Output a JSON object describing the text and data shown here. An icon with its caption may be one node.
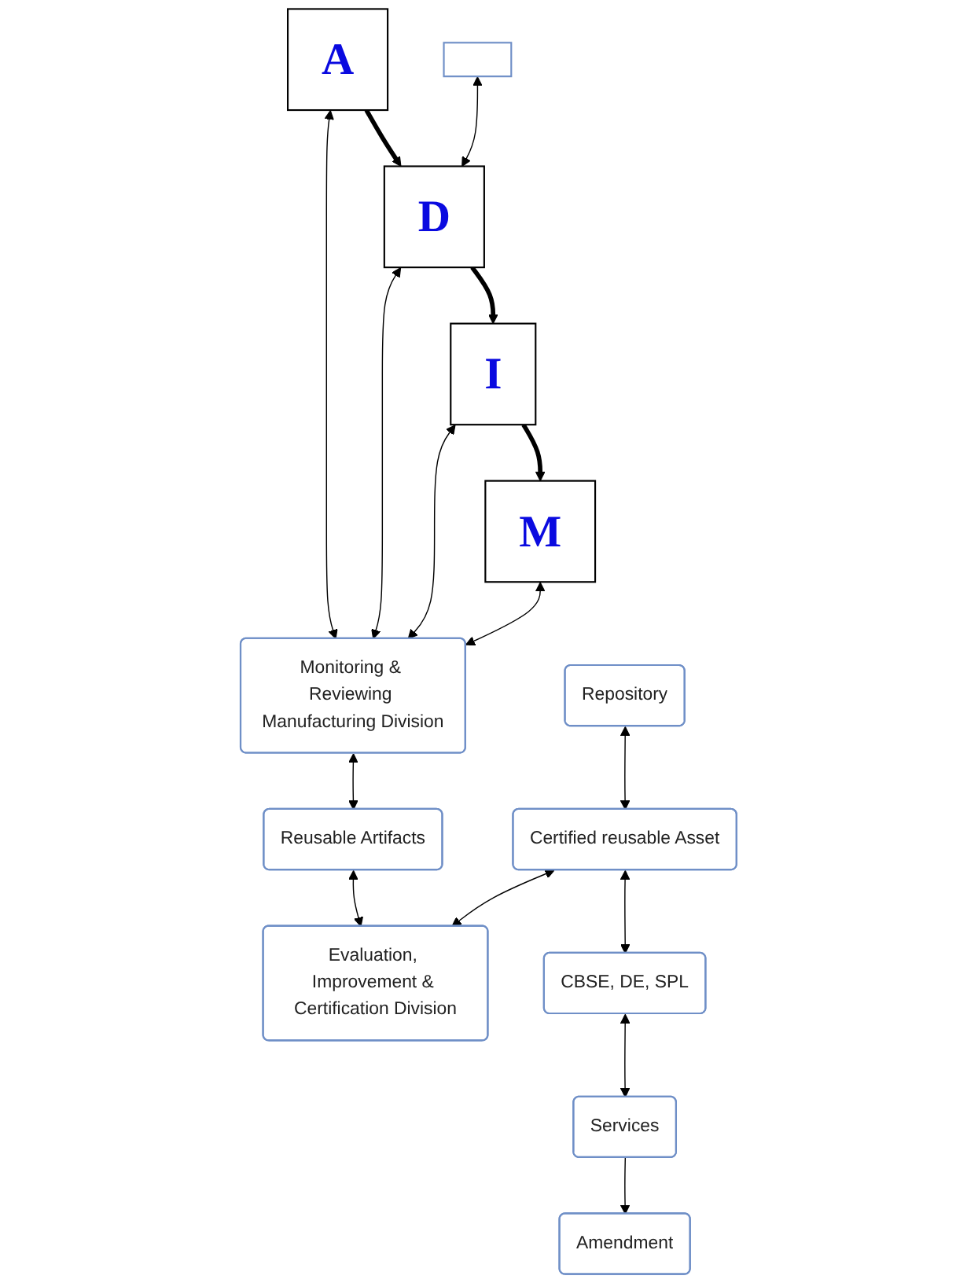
{
  "diagram": {
    "nodes": [
      {
        "text": [],
        "shape": "box"
      },
      {
        "text": [
          "A"
        ]
      },
      {
        "text": [
          "D"
        ]
      },
      {
        "text": [
          "I"
        ]
      },
      {
        "text": [
          "M"
        ]
      },
      {
        "text": [
          "Monitoring & Reviewing Manufacturing Division"
        ]
      },
      {
        "text": [
          "Reusable Artifacts"
        ]
      },
      {
        "text": [
          "Repository"
        ]
      },
      {
        "text": [
          "Certified reusable Asset"
        ]
      },
      {
        "text": [
          "Evaluation, Improvement & Certification Division"
        ]
      },
      {
        "text": [
          "CBSE, DE, SPL"
        ]
      },
      {
        "text": [
          "Services"
        ]
      },
      {
        "text": [
          "Amendment"
        ]
      }
    ],
    "edges": [
      {
        "from": 1,
        "to": 2,
        "arrow": "to",
        "style": "thick"
      },
      {
        "from": 2,
        "to": 3,
        "arrow": "to",
        "style": "thick"
      },
      {
        "from": 3,
        "to": 4,
        "arrow": "to",
        "style": "thick"
      },
      {
        "from": 0,
        "to": 2,
        "arrow": "both"
      },
      {
        "from": 1,
        "to": 5,
        "arrow": "both"
      },
      {
        "from": 2,
        "to": 5,
        "arrow": "both"
      },
      {
        "from": 3,
        "to": 5,
        "arrow": "both"
      },
      {
        "from": 4,
        "to": 5,
        "arrow": "both"
      },
      {
        "from": 5,
        "to": 6,
        "arrow": "both"
      },
      {
        "from": 6,
        "to": 9,
        "arrow": "both"
      },
      {
        "from": 7,
        "to": 8,
        "arrow": "both"
      },
      {
        "from": 8,
        "to": 9,
        "arrow": "both"
      },
      {
        "from": 8,
        "to": 10,
        "arrow": "both"
      },
      {
        "from": 10,
        "to": 11,
        "arrow": "both"
      },
      {
        "from": 11,
        "to": 12,
        "arrow": "to"
      }
    ]
  }
}
